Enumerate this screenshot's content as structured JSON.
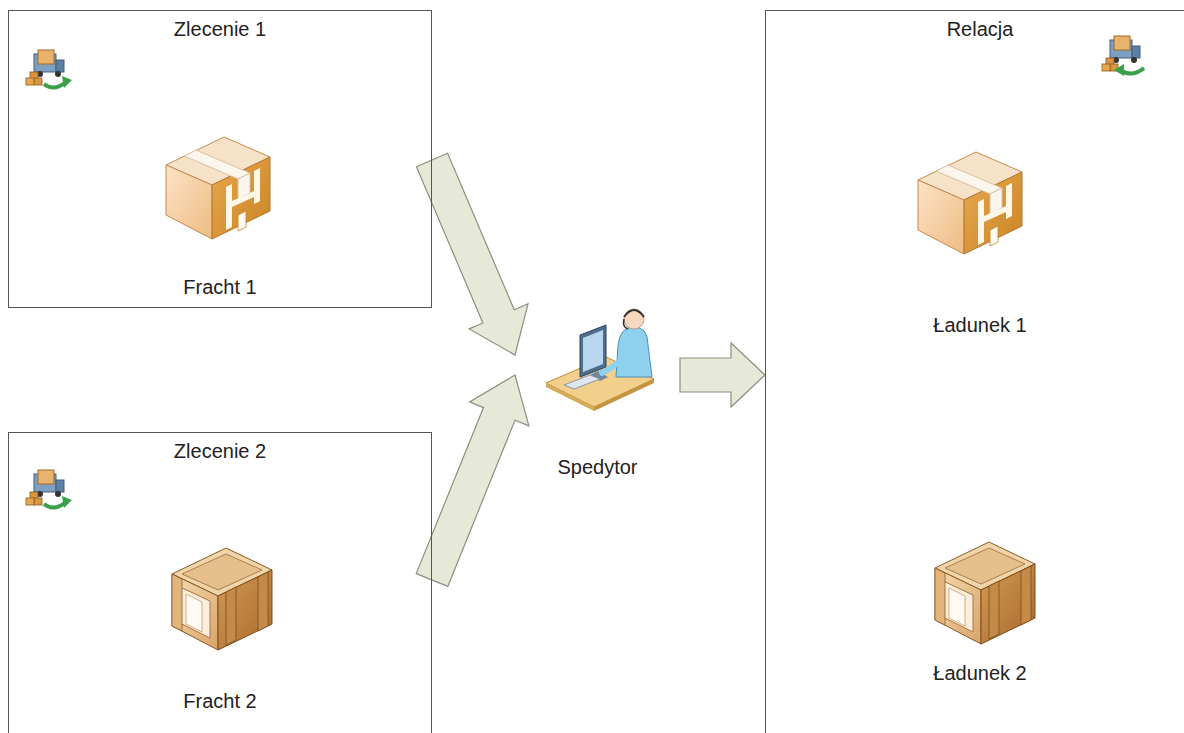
{
  "diagram": {
    "nodes": [
      {
        "text": [
          "Zlecenie 1",
          "Fracht 1"
        ]
      },
      {
        "text": [
          "Zlecenie 2",
          "Fracht 2"
        ]
      },
      {
        "text": [
          "Spedytor"
        ]
      },
      {
        "text": [
          "Relacja",
          "Ładunek 1",
          "Ładunek 2"
        ]
      }
    ],
    "edges": [
      {
        "from": 0,
        "to": 2,
        "arrow": "to"
      },
      {
        "from": 1,
        "to": 2,
        "arrow": "to"
      },
      {
        "from": 2,
        "to": 3,
        "arrow": "to"
      }
    ]
  }
}
